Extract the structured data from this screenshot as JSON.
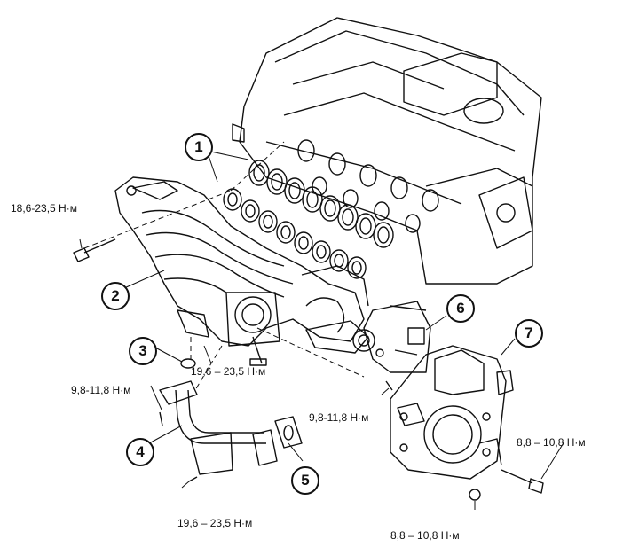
{
  "callouts": {
    "n1": "1",
    "n2": "2",
    "n3": "3",
    "n4": "4",
    "n5": "5",
    "n6": "6",
    "n7": "7"
  },
  "torques": {
    "t_manifold_bolt": "18,6-23,5 Н·м",
    "t_pipe_bolt_left": "9,8-11,8 Н·м",
    "t_manifold_stud": "19,6 – 23,5 Н·м",
    "t_egr_valve_bolt": "9,8-11,8 Н·м",
    "t_throttle_bolt": "8,8 – 10,8 Н·м",
    "t_pipe_bolt_bottom": "19,6 – 23,5 Н·м",
    "t_throttle_nut": "8,8 – 10,8 Н·м"
  }
}
